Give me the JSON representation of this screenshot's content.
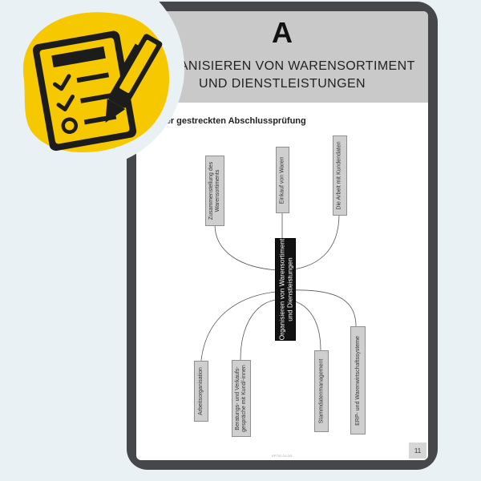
{
  "document": {
    "letter": "A",
    "title_line1": "ORGANISIEREN VON WARENSORTIMENT",
    "title_line2": "UND DIENSTLEISTUNGEN",
    "subtitle": "der gestreckten Abschlussprüfung",
    "page_number": "11",
    "footer_text": "EPT92-04-001"
  },
  "mindmap": {
    "center": "Organisieren von Warensortiment\nund Dienstleistungen",
    "top_nodes": [
      "Zusammenstellung des\nWarensortiments",
      "Einkauf von Waren",
      "Die Arbeit mit Kundendaten"
    ],
    "bottom_nodes": [
      "Arbeitsorganisation",
      "Beratungs- und Verkaufs-\ngespräche mit Kund/-innen",
      "Stammdatenmanagement",
      "ERP- und Warenwirtschaftssysteme"
    ]
  },
  "sticker": {
    "icon": "checklist-with-pen-icon",
    "colors": {
      "blob": "#f5c800",
      "paper": "#1c1c1c",
      "accent": "#f5c800"
    }
  }
}
